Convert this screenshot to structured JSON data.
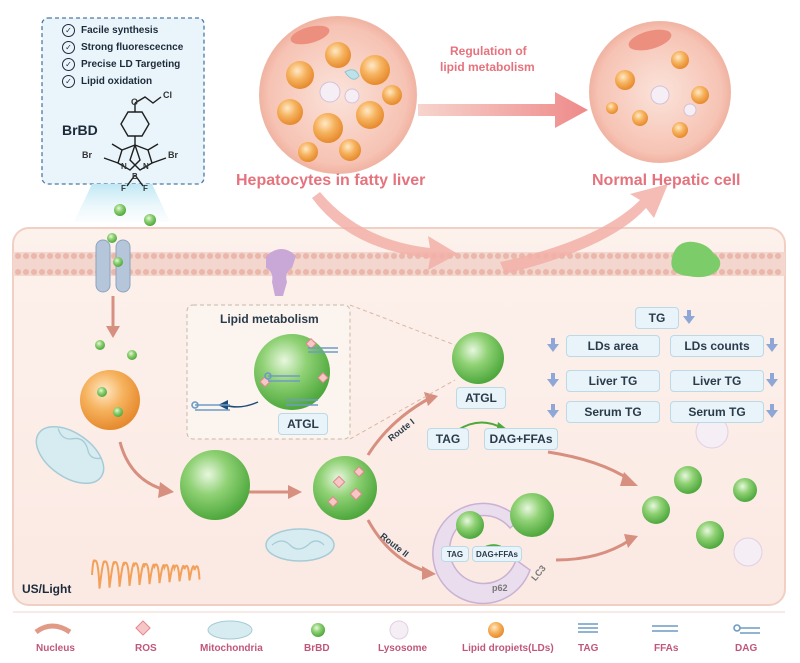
{
  "probe_card": {
    "features": [
      "Facile synthesis",
      "Strong fluorescecnce",
      "Precise LD Targeting",
      "Lipid oxidation"
    ],
    "name": "BrBD",
    "atom_br_left": "Br",
    "atom_br_right": "Br",
    "atom_cl": "Cl",
    "atom_o": "O",
    "atom_n1": "N",
    "atom_n2": "N",
    "atom_b": "B",
    "atom_f1": "F",
    "atom_f2": "F"
  },
  "top": {
    "fatty_label": "Hepatocytes in fatty liver",
    "normal_label": "Normal Hepatic cell",
    "regulation_label_1": "Regulation of",
    "regulation_label_2": "lipid metabolism"
  },
  "inset": {
    "title": "Lipid metabolism",
    "enzyme": "ATGL"
  },
  "routes": {
    "route1": "Route I",
    "route2": "Route II",
    "atgl": "ATGL",
    "tag": "TAG",
    "dag_ffas": "DAG+FFAs",
    "lyso_tag": "TAG",
    "lyso_dag": "DAG+FFAs",
    "p62": "p62",
    "lc3": "LC3"
  },
  "indicators": {
    "tg": "TG",
    "left": [
      "LDs area",
      "Liver TG",
      "Serum TG"
    ],
    "right": [
      "LDs counts",
      "Liver TG",
      "Serum TG"
    ]
  },
  "stimulus": "US/Light",
  "legend": [
    "Nucleus",
    "ROS",
    "Mitochondria",
    "BrBD",
    "Lysosome",
    "Lipid dropiets(LDs)",
    "TAG",
    "FFAs",
    "DAG"
  ],
  "colors": {
    "accent_red": "#e5737d",
    "lipid_orange": "#f3a24a",
    "probe_green": "#6cc15a",
    "legend_pink": "#c0577a"
  }
}
